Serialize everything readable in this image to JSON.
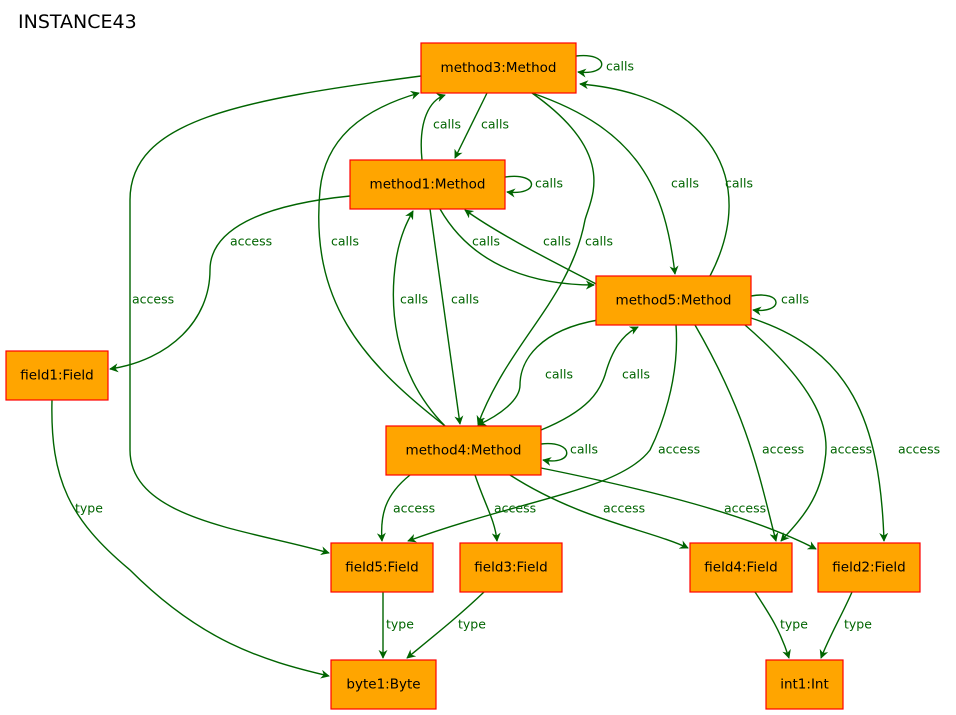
{
  "title": "INSTANCE43",
  "nodes": {
    "method3": "method3:Method",
    "method1": "method1:Method",
    "method5": "method5:Method",
    "method4": "method4:Method",
    "field1": "field1:Field",
    "field5": "field5:Field",
    "field3": "field3:Field",
    "field4": "field4:Field",
    "field2": "field2:Field",
    "byte1": "byte1:Byte",
    "int1": "int1:Int"
  },
  "edges": [
    {
      "from": "method3",
      "to": "method3",
      "label": "calls"
    },
    {
      "from": "method3",
      "to": "method1",
      "label": "calls"
    },
    {
      "from": "method1",
      "to": "method3",
      "label": "calls"
    },
    {
      "from": "method3",
      "to": "method5",
      "label": "calls"
    },
    {
      "from": "method5",
      "to": "method3",
      "label": "calls"
    },
    {
      "from": "method3",
      "to": "method4",
      "label": "calls"
    },
    {
      "from": "method4",
      "to": "method3",
      "label": "calls"
    },
    {
      "from": "method3",
      "to": "field5",
      "label": "access"
    },
    {
      "from": "method1",
      "to": "method1",
      "label": "calls"
    },
    {
      "from": "method1",
      "to": "field1",
      "label": "access"
    },
    {
      "from": "method1",
      "to": "method5",
      "label": "calls"
    },
    {
      "from": "method5",
      "to": "method1",
      "label": "calls"
    },
    {
      "from": "method1",
      "to": "method4",
      "label": "calls"
    },
    {
      "from": "method4",
      "to": "method1",
      "label": "calls"
    },
    {
      "from": "method5",
      "to": "method5",
      "label": "calls"
    },
    {
      "from": "method5",
      "to": "method4",
      "label": "calls"
    },
    {
      "from": "method4",
      "to": "method5",
      "label": "calls"
    },
    {
      "from": "method5",
      "to": "field5",
      "label": "access"
    },
    {
      "from": "method5",
      "to": "field4",
      "label": "access"
    },
    {
      "from": "method5",
      "to": "field2",
      "label": "access"
    },
    {
      "from": "method5",
      "to": "field3",
      "label": "access"
    },
    {
      "from": "method4",
      "to": "method4",
      "label": "calls"
    },
    {
      "from": "method4",
      "to": "field5",
      "label": "access"
    },
    {
      "from": "method4",
      "to": "field3",
      "label": "access"
    },
    {
      "from": "method4",
      "to": "field4",
      "label": "access"
    },
    {
      "from": "method4",
      "to": "field2",
      "label": "access"
    },
    {
      "from": "field1",
      "to": "byte1",
      "label": "type"
    },
    {
      "from": "field5",
      "to": "byte1",
      "label": "type"
    },
    {
      "from": "field3",
      "to": "byte1",
      "label": "type"
    },
    {
      "from": "field4",
      "to": "int1",
      "label": "type"
    },
    {
      "from": "field2",
      "to": "int1",
      "label": "type"
    }
  ]
}
